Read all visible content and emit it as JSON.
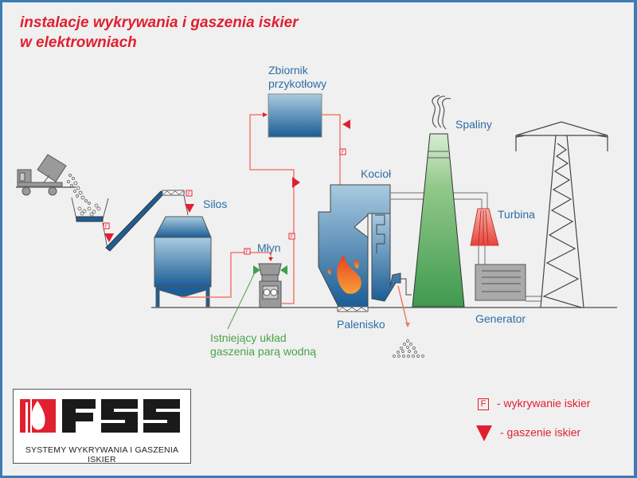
{
  "title": {
    "line1": "instalacje wykrywania i gaszenia iskier",
    "line2": "w elektrowniach"
  },
  "labels": {
    "tank": [
      "Zbiornik",
      "przykotłowy"
    ],
    "silos": "Silos",
    "mill": "Młyn",
    "boiler": "Kocioł",
    "furnace": "Palenisko",
    "flue_gas": "Spaliny",
    "turbine": "Turbina",
    "generator": "Generator",
    "existing_system": [
      "Istniejący układ",
      "gaszenia parą wodną"
    ]
  },
  "detector_glyph": "F",
  "legend": {
    "detection": {
      "symbol": "F",
      "label": "- wykrywanie iskier"
    },
    "extinguishing": {
      "symbol": "triangle-down",
      "label": "- gaszenie iskier"
    }
  },
  "logo": {
    "text": "FSS",
    "subtitle": "SYSTEMY WYKRYWANIA I GASZENIA ISKIER"
  },
  "colors": {
    "accent_red": "#e02030",
    "line_red": "#f07a6a",
    "blue_dark": "#1d5e96",
    "blue_light": "#a8cce0",
    "label_blue": "#2d6da6",
    "green": "#4aa34a",
    "frame_blue": "#3d7bb5"
  }
}
